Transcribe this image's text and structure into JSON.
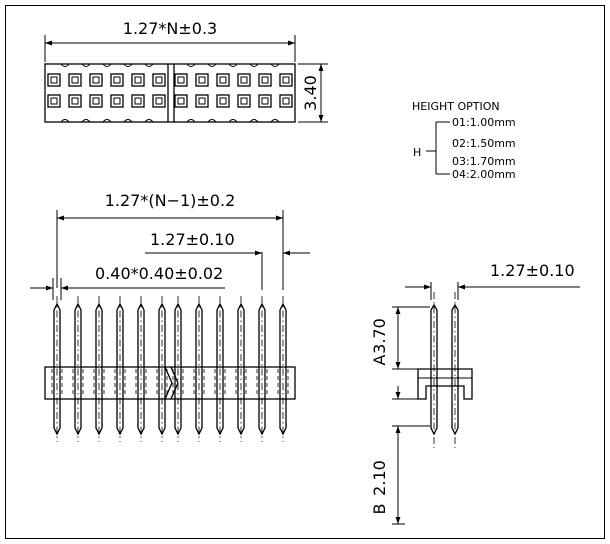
{
  "top_view": {
    "width_dim": "1.27*N±0.3",
    "height_dim": "3.40"
  },
  "front_view": {
    "span_dim": "1.27*(N−1)±0.2",
    "pitch_dim": "1.27±0.10",
    "pin_dim": "0.40*0.40±0.02"
  },
  "side_view": {
    "pitch_dim": "1.27±0.10",
    "a_label": "A",
    "a_dim": "3.70",
    "b_label": "B",
    "b_dim": "2.10"
  },
  "height_option": {
    "title": "HEIGHT  OPTION",
    "symbol": "H",
    "options": [
      "01:1.00mm",
      "02:1.50mm",
      "03:1.70mm",
      "04:2.00mm"
    ]
  }
}
